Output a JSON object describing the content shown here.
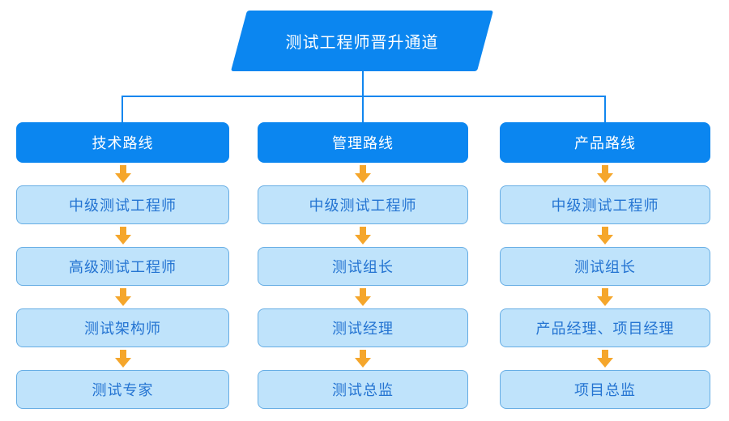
{
  "title": {
    "label": "测试工程师晋升通道"
  },
  "colors": {
    "primary": "#0b86f0",
    "light_fill": "#bfe3fb",
    "light_border": "#66ade4",
    "light_text": "#2474d2",
    "arrow": "#f5a62b",
    "connector": "#1186ef",
    "canvas_bg": "#ffffff"
  },
  "columns": [
    {
      "header": "技术路线",
      "steps": [
        "中级测试工程师",
        "高级测试工程师",
        "测试架构师",
        "测试专家"
      ]
    },
    {
      "header": "管理路线",
      "steps": [
        "中级测试工程师",
        "测试组长",
        "测试经理",
        "测试总监"
      ]
    },
    {
      "header": "产品路线",
      "steps": [
        "中级测试工程师",
        "测试组长",
        "产品经理、项目经理",
        "项目总监"
      ]
    }
  ]
}
